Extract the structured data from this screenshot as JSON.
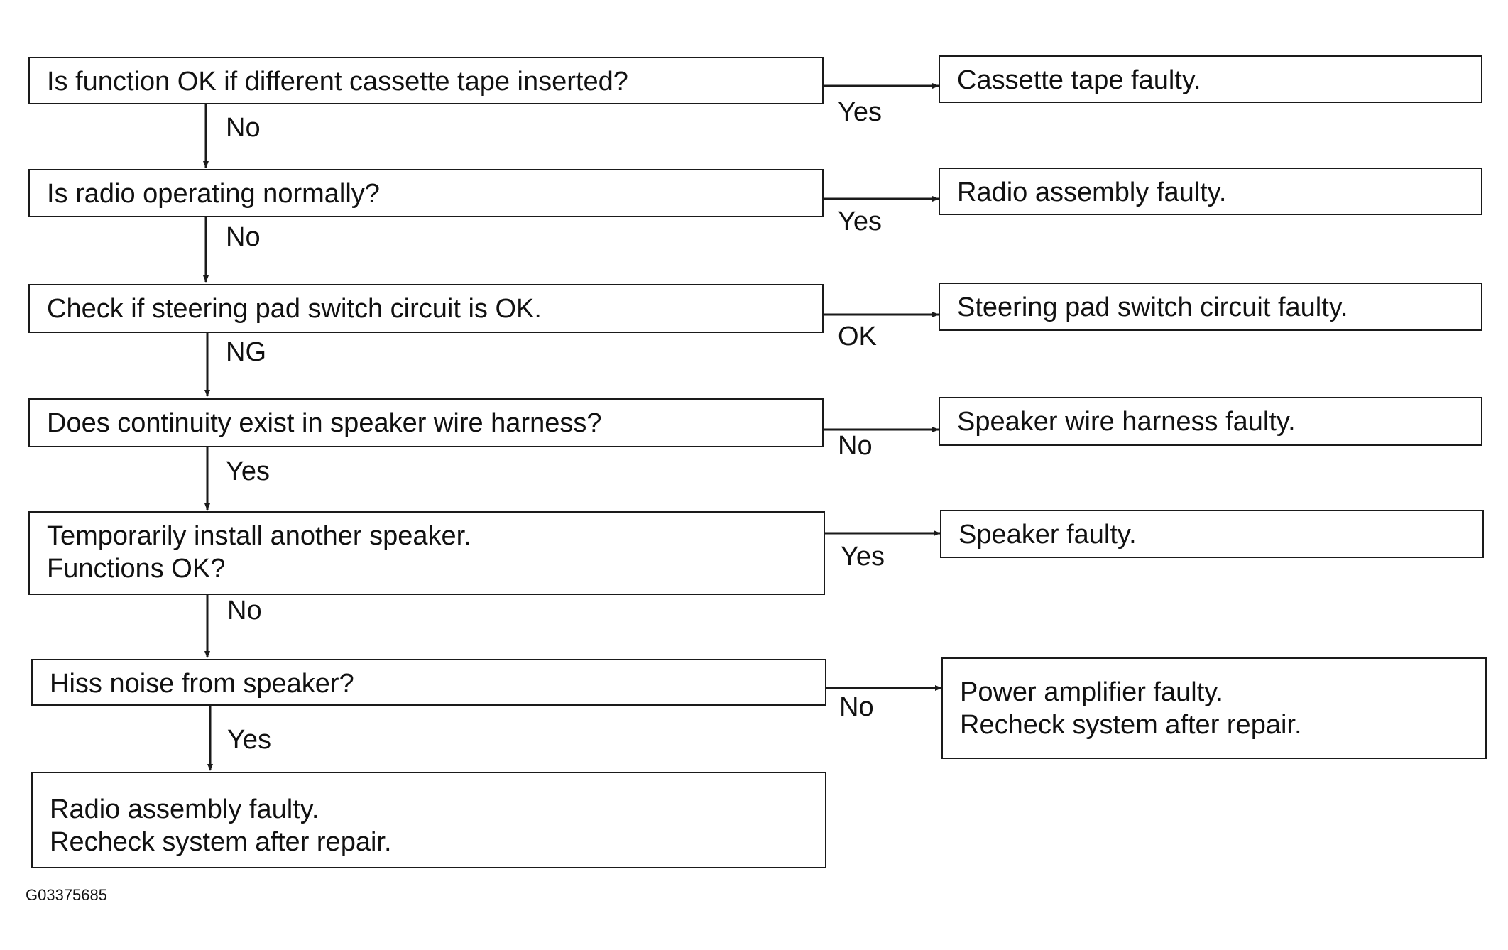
{
  "steps": [
    {
      "question": "Is function OK if different cassette tape inserted?",
      "down_label": "No",
      "right_label": "Yes",
      "result": "Cassette tape faulty."
    },
    {
      "question": "Is radio operating normally?",
      "down_label": "No",
      "right_label": "Yes",
      "result": "Radio assembly faulty."
    },
    {
      "question": "Check if steering pad switch circuit is OK.",
      "down_label": "NG",
      "right_label": "OK",
      "result": "Steering pad switch circuit faulty."
    },
    {
      "question": "Does continuity exist in speaker wire harness?",
      "down_label": "Yes",
      "right_label": "No",
      "result": "Speaker wire harness faulty."
    },
    {
      "question_line1": "Temporarily install another speaker.",
      "question_line2": "Functions OK?",
      "down_label": "No",
      "right_label": "Yes",
      "result": "Speaker faulty."
    },
    {
      "question": "Hiss noise from speaker?",
      "down_label": "Yes",
      "right_label": "No",
      "result_line1": "Power amplifier faulty.",
      "result_line2": "Recheck system after repair."
    }
  ],
  "final": {
    "line1": "Radio assembly faulty.",
    "line2": "Recheck system after repair."
  },
  "figure_id": "G03375685"
}
